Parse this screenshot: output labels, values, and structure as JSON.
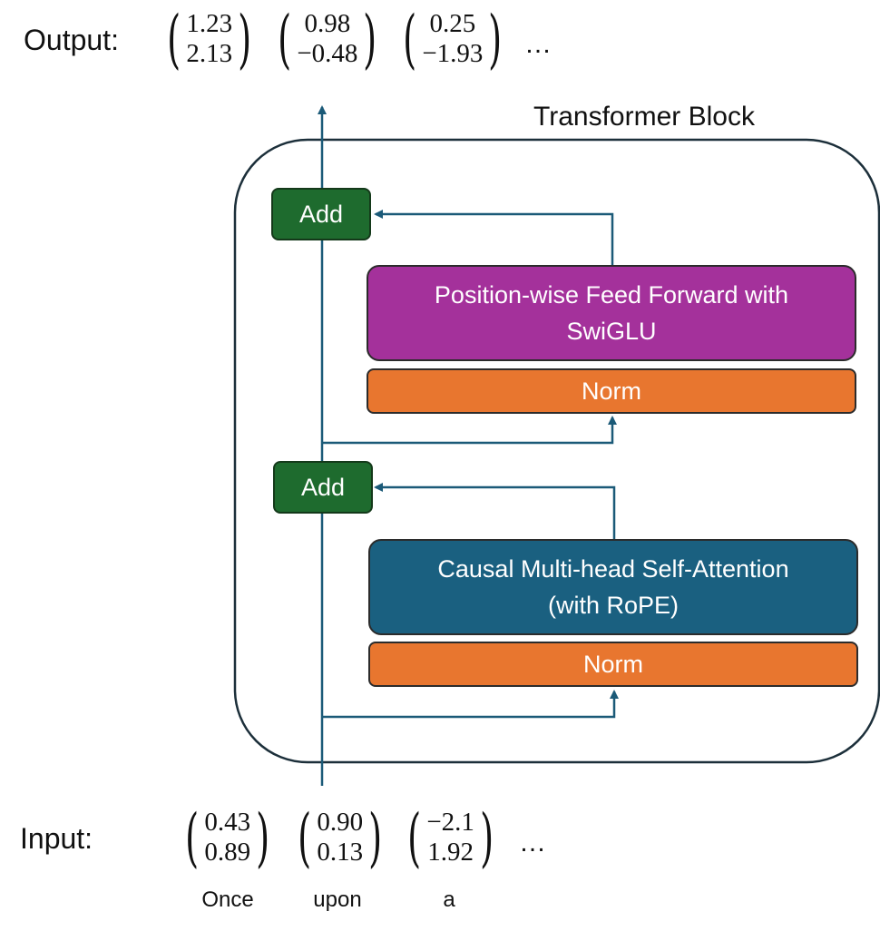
{
  "block_title": "Transformer Block",
  "output_label": "Output:",
  "input_label": "Input:",
  "ellipsis": "…",
  "output_vectors": [
    {
      "a": "1.23",
      "b": "2.13"
    },
    {
      "a": "0.98",
      "b": "−0.48"
    },
    {
      "a": "0.25",
      "b": "−1.93"
    }
  ],
  "input_vectors": [
    {
      "a": "0.43",
      "b": "0.89",
      "token": "Once"
    },
    {
      "a": "0.90",
      "b": "0.13",
      "token": "upon"
    },
    {
      "a": "−2.1",
      "b": "1.92",
      "token": "a"
    }
  ],
  "top_add": "Add",
  "bottom_add": "Add",
  "ffn_line1": "Position-wise Feed Forward with",
  "ffn_line2": "SwiGLU",
  "top_norm": "Norm",
  "attn_line1": "Causal Multi-head Self-Attention",
  "attn_line2": "(with RoPE)",
  "bottom_norm": "Norm",
  "colors": {
    "add": "#1e6b2e",
    "ffn": "#a4319b",
    "attention": "#1a6080",
    "norm": "#e8762f",
    "wire": "#1b5a78"
  }
}
